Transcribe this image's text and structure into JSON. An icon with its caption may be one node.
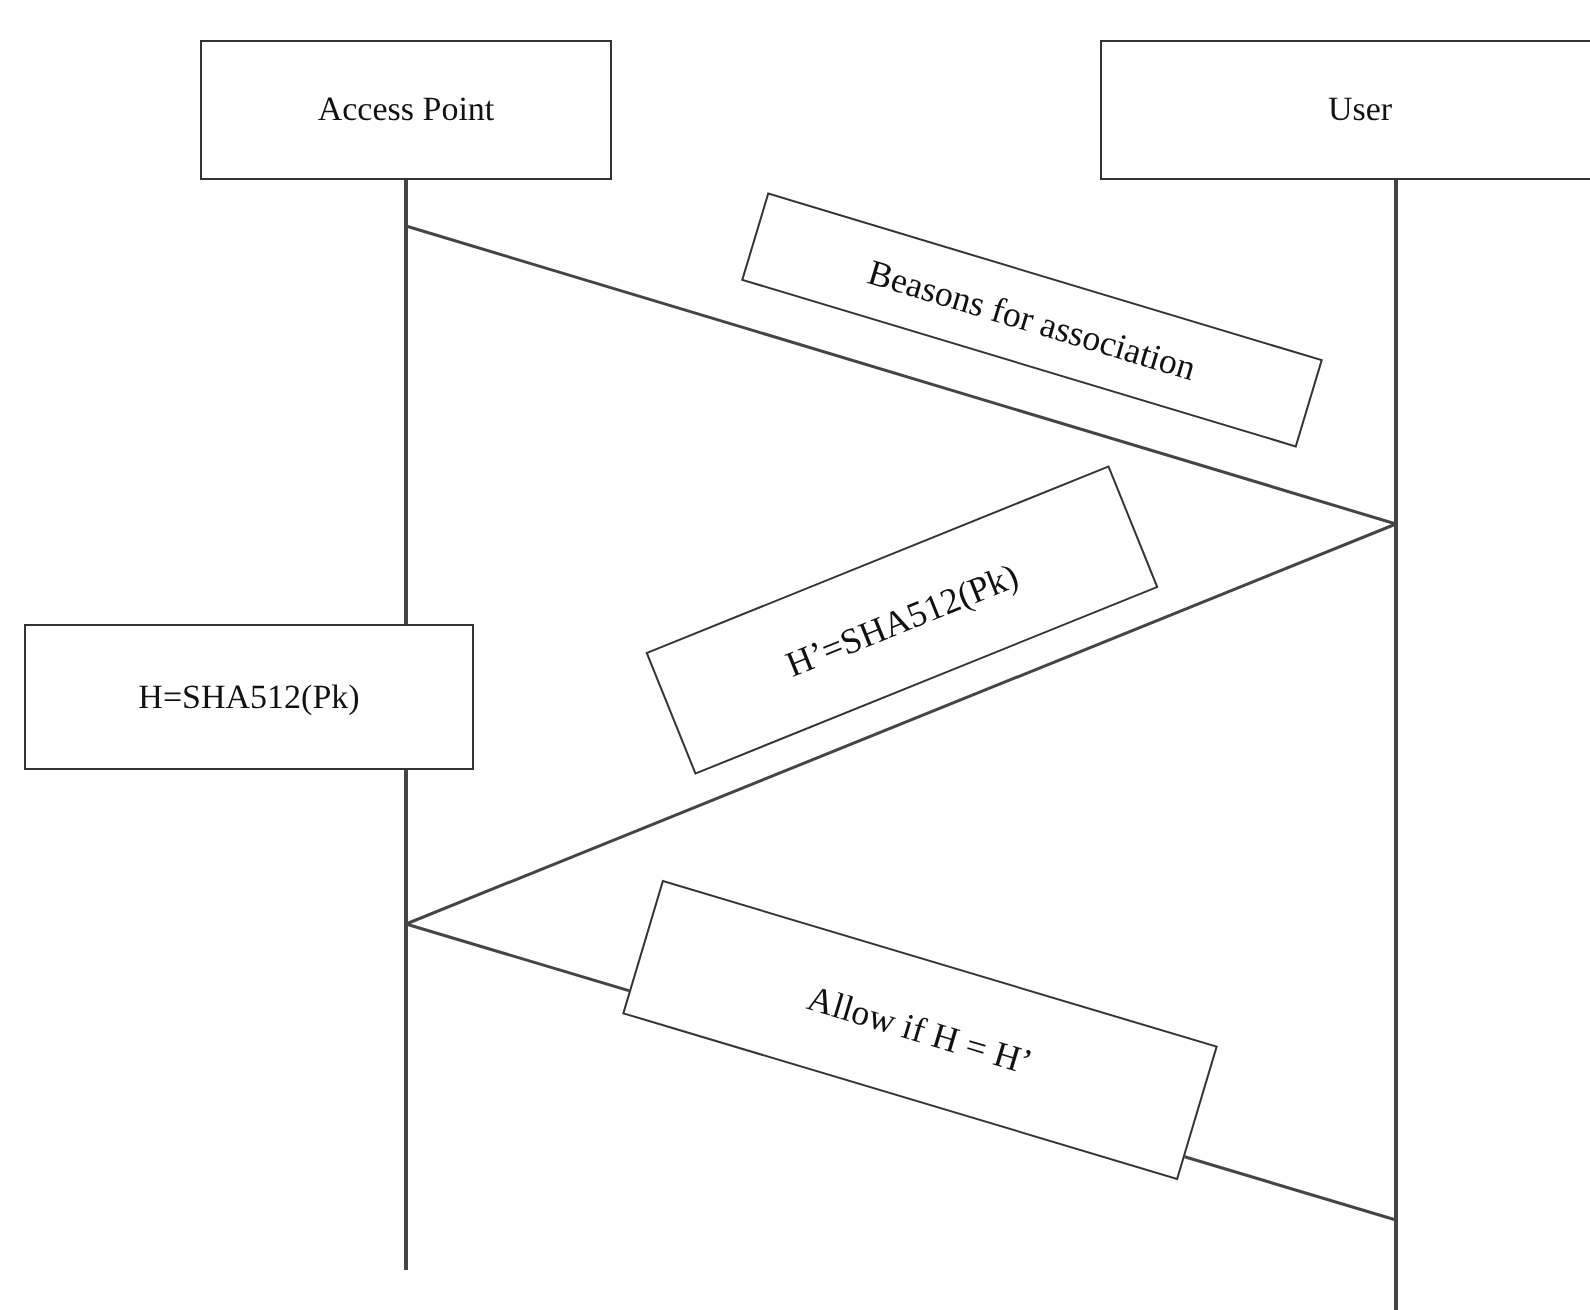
{
  "diagram": {
    "nodes": [
      {
        "text": [
          "Access Point"
        ]
      },
      {
        "text": [
          "User"
        ]
      },
      {
        "text": [
          "H=SHA512(Pk)"
        ]
      }
    ],
    "edges": [
      {
        "from": 0,
        "to": 1,
        "arrow": "none",
        "label": "Beasons for association"
      },
      {
        "from": 1,
        "to": 0,
        "arrow": "none",
        "label": "H’=SHA512(Pk)"
      },
      {
        "from": 0,
        "to": 1,
        "arrow": "none",
        "label": "Allow if H = H’"
      }
    ]
  }
}
